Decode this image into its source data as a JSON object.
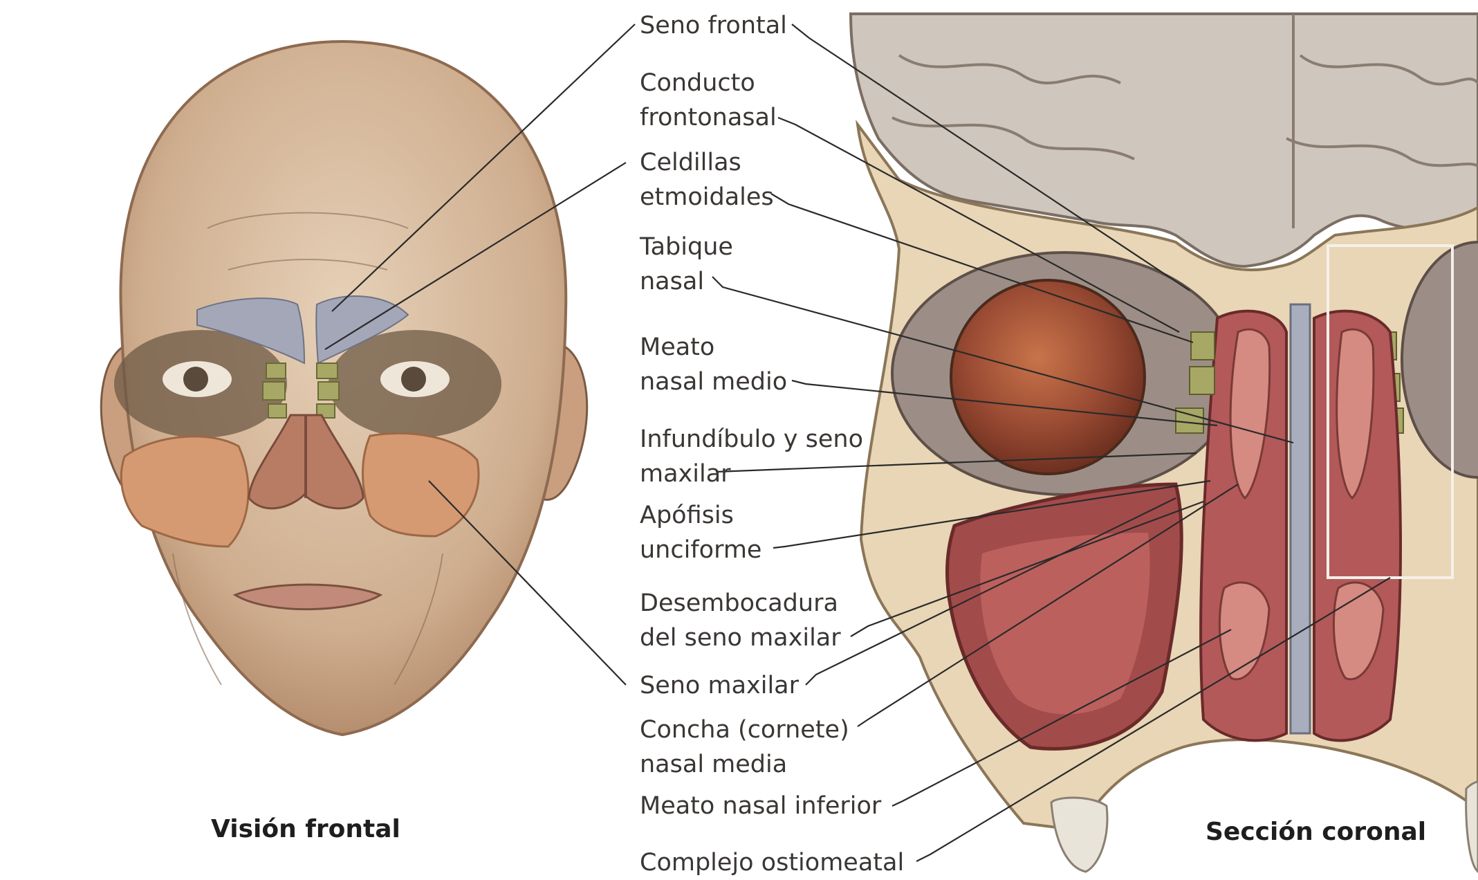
{
  "captions": {
    "frontal_view": "Visión frontal",
    "coronal_section": "Sección coronal"
  },
  "labels": {
    "frontal_sinus": "Seno frontal",
    "frontonasal_duct": "Conducto\nfrontonasal",
    "ethmoid_cells": "Celdillas\netmoidales",
    "nasal_septum": "Tabique\nnasal",
    "middle_nasal_meatus": "Meato\nnasal medio",
    "infundibulum_maxillary": "Infundíbulo y seno\nmaxilar",
    "uncinate_process": "Apófisis\nunciforme",
    "maxillary_opening": "Desembocadura\ndel seno maxilar",
    "maxillary_sinus": "Seno maxilar",
    "middle_concha": "Concha (cornete)\nnasal media",
    "inferior_meatus": "Meato nasal inferior",
    "ostiomeatal_complex": "Complejo ostiomeatal"
  },
  "colors": {
    "label_text": "#3a3634",
    "leader_line": "#2a2a2a",
    "skin": "#d9c0a6",
    "frontal_sinus_fill": "#a3a7b8",
    "ethmoid_fill": "#a7a866",
    "maxillary_fill": "#d69a72",
    "brain": "#cfc6bd",
    "bone": "#e8d6b6",
    "mucosa": "#b3595a",
    "highlight_box": "#f6f0ea"
  }
}
